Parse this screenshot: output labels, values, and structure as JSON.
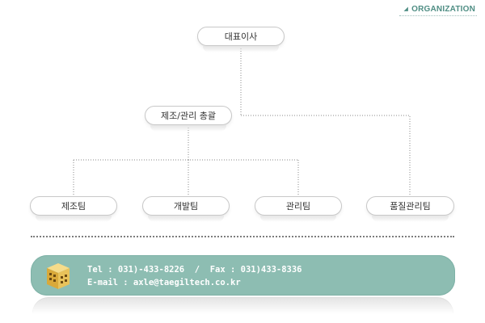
{
  "header": {
    "title": "ORGANIZATION"
  },
  "org": {
    "ceo": "대표이사",
    "general_manager": "제조/관리 총괄",
    "teams": [
      "제조팀",
      "개발팀",
      "관리팀"
    ],
    "quality_team": "품질관리팀"
  },
  "contact": {
    "phone_line": "Tel : 031)-433-8226  /  Fax : 031)433-8336",
    "email_line": "E-mail : axle@taegiltech.co.kr"
  },
  "colors": {
    "accent": "#4f8e84",
    "contact_bg": "#8dbdb2",
    "building": "#e8c25a"
  },
  "icons": {
    "header_marker": "triangle-icon",
    "company": "building-icon"
  }
}
